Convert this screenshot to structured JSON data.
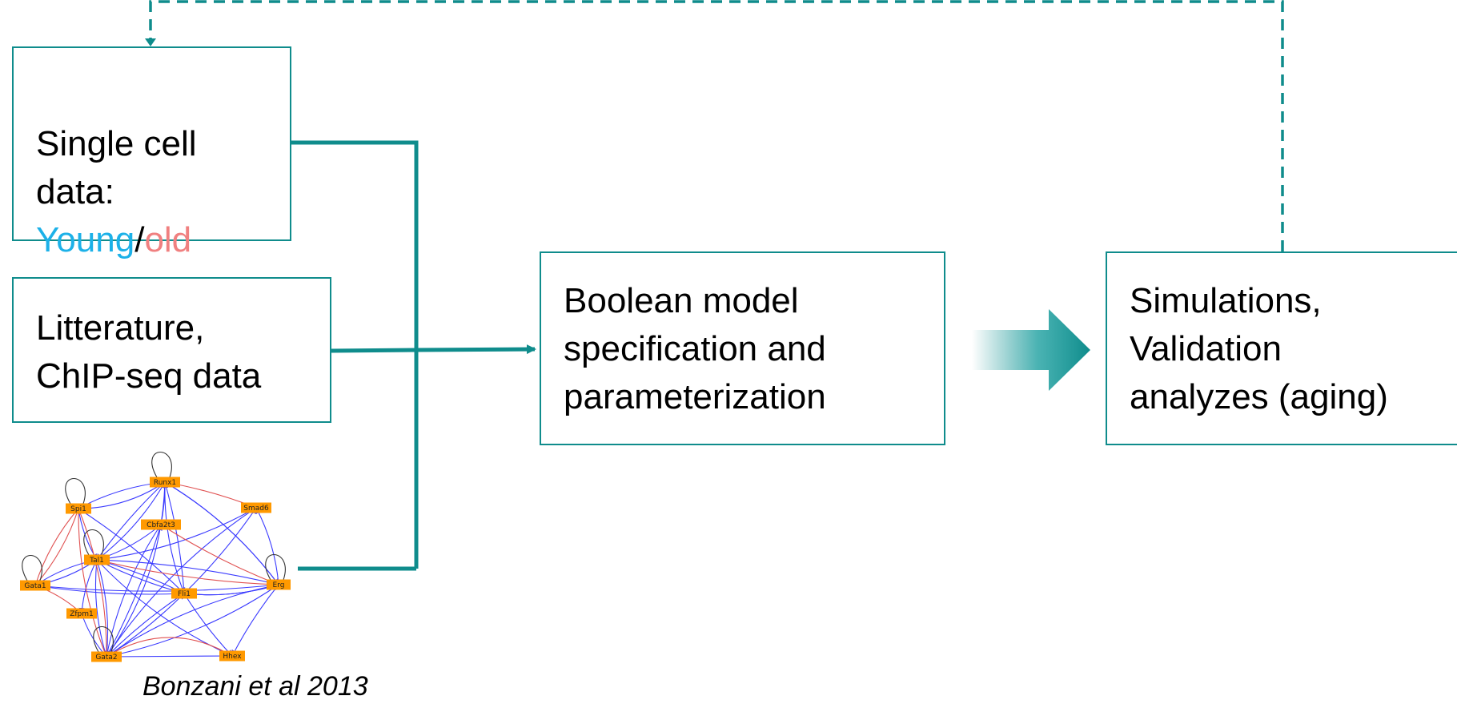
{
  "boxes": {
    "single_cell": {
      "lines": [
        "Single cell",
        "data:"
      ],
      "young": "Young",
      "separator": "/",
      "old": "old"
    },
    "literature": {
      "text": "Litterature,\nChIP-seq data"
    },
    "boolean": {
      "text": "Boolean model\nspecification and\nparameterization"
    },
    "simulations": {
      "text": "Simulations,\nValidation\nanalyzes (aging)"
    }
  },
  "network": {
    "nodes": [
      "Runx1",
      "Spi1",
      "Smad6",
      "Cbfa2t3",
      "Tal1",
      "Gata1",
      "Fli1",
      "Erg",
      "Zfpm1",
      "Gata2",
      "Hhex"
    ]
  },
  "caption": "Bonzani et al 2013",
  "colors": {
    "box_border": "#0f8c8c",
    "connector": "#0f8c8c",
    "young": "#1cb1e8",
    "old": "#f08080",
    "node_fill": "#ff9900",
    "activation_edge": "#3a3aff",
    "inhibition_edge": "#e05050",
    "self_loop": "#333333"
  }
}
